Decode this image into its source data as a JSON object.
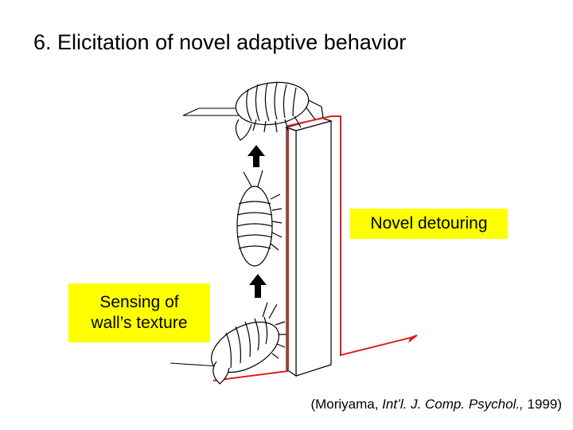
{
  "slide": {
    "title": "6.  Elicitation of novel adaptive behavior"
  },
  "labels": {
    "detour": "Novel detouring",
    "texture_line1": "Sensing of",
    "texture_line2": "wall’s texture"
  },
  "citation": {
    "prefix": "(Moriyama, ",
    "journal": "Int’l. J. Comp. Psychol.,",
    "suffix": " 1999)"
  },
  "colors": {
    "path": "#e02020",
    "highlight": "#ffff00",
    "ink": "#000000"
  },
  "icons": [
    "pill-bug-top",
    "pill-bug-middle",
    "pill-bug-bottom",
    "up-arrow"
  ]
}
